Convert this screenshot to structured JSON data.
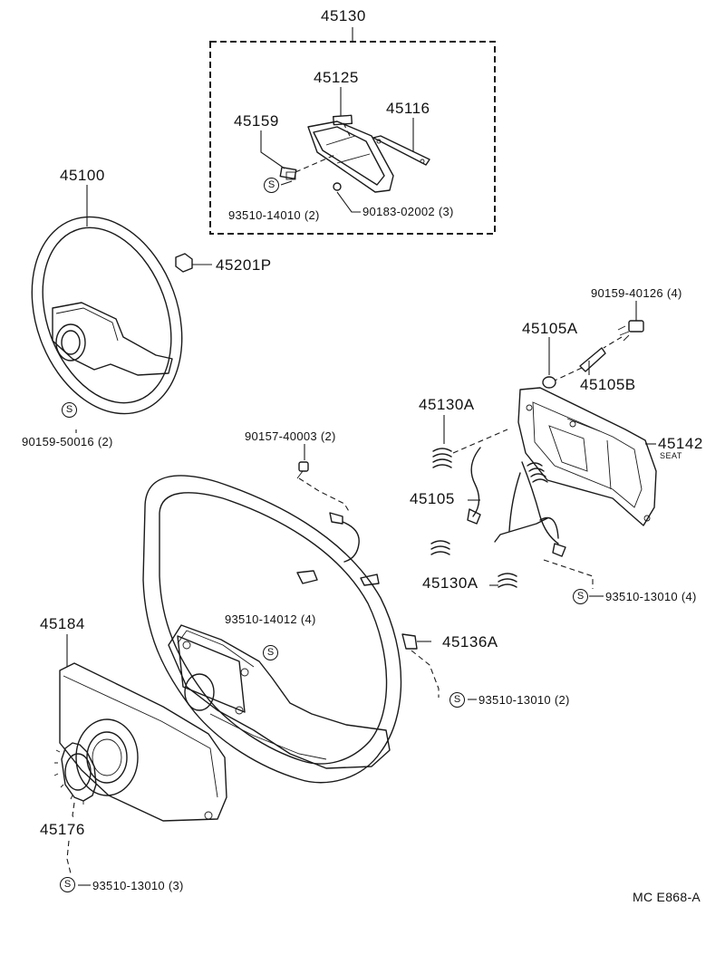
{
  "diagram": {
    "parts": {
      "p45130": "45130",
      "p45125": "45125",
      "p45116": "45116",
      "p45159": "45159",
      "p93510_14010": "93510-14010 (2)",
      "p90183_02002": "90183-02002 (3)",
      "p45100": "45100",
      "p45201P": "45201P",
      "p90159_50016": "90159-50016 (2)",
      "p90159_40126": "90159-40126 (4)",
      "p45105A": "45105A",
      "p45105B": "45105B",
      "p45130A_top": "45130A",
      "p45142": "45142",
      "seat": "SEAT",
      "p90157_40003": "90157-40003 (2)",
      "p45105": "45105",
      "p45130A_bottom": "45130A",
      "p93510_13010_4": "93510-13010 (4)",
      "p45184": "45184",
      "p93510_14012": "93510-14012 (4)",
      "p45136A": "45136A",
      "p93510_13010_2": "93510-13010 (2)",
      "p45176": "45176",
      "p93510_13010_3": "93510-13010 (3)"
    },
    "symbol": "S",
    "code": "MC  E868-A"
  }
}
